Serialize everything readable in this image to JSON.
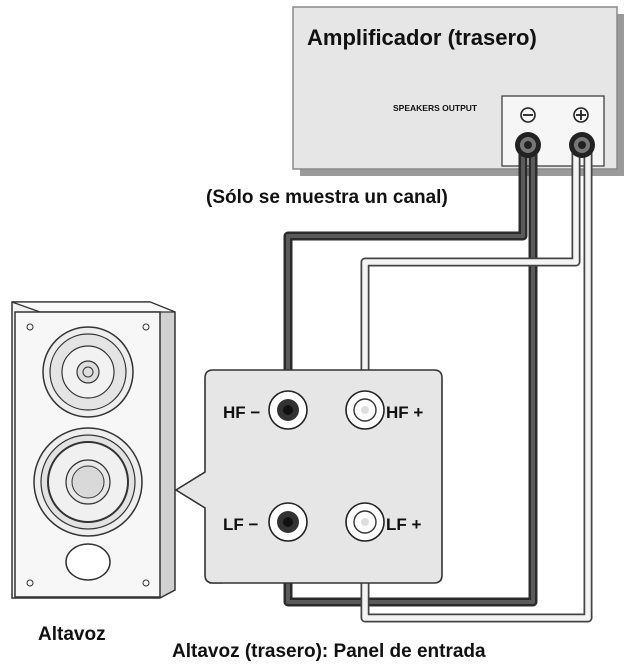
{
  "amplifier": {
    "title": "Amplificador (trasero)",
    "output_label": "SPEAKERS OUTPUT",
    "minus_symbol": "⊖",
    "plus_symbol": "⊕"
  },
  "note": "(Sólo se muestra un canal)",
  "panel": {
    "hf_minus": "HF −",
    "hf_plus": "HF +",
    "lf_minus": "LF −",
    "lf_plus": "LF +"
  },
  "captions": {
    "speaker": "Altavoz",
    "panel": "Altavoz (trasero): Panel de entrada"
  },
  "colors": {
    "amp_fill": "#e6e6e6",
    "panel_fill": "#e6e6e6",
    "dark_cable": "#3a3a3a",
    "light_cable": "#f4f4f4",
    "outline": "#2b2b2b"
  }
}
